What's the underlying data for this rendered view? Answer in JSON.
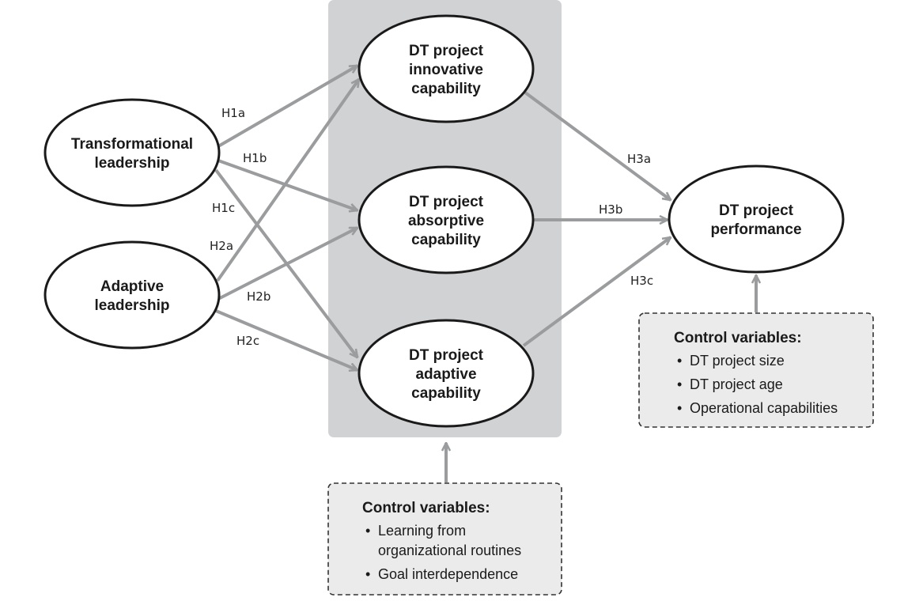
{
  "colors": {
    "panel": "#d1d2d4",
    "arrow": "#9b9c9e",
    "node_stroke": "#1a1a1a",
    "node_fill": "#ffffff",
    "control_fill": "#ebebec",
    "text": "#1a1a1a"
  },
  "nodes": {
    "transformational": [
      "Transformational",
      "leadership"
    ],
    "adaptive_leadership": [
      "Adaptive",
      "leadership"
    ],
    "innovative": [
      "DT project",
      "innovative",
      "capability"
    ],
    "absorptive": [
      "DT project",
      "absorptive",
      "capability"
    ],
    "adaptive_capability": [
      "DT project",
      "adaptive",
      "capability"
    ],
    "performance": [
      "DT project",
      "performance"
    ]
  },
  "edges": [
    {
      "from": "transformational",
      "to": "innovative",
      "label": "H1a"
    },
    {
      "from": "transformational",
      "to": "absorptive",
      "label": "H1b"
    },
    {
      "from": "transformational",
      "to": "adaptive_capability",
      "label": "H1c"
    },
    {
      "from": "adaptive_leadership",
      "to": "innovative",
      "label": "H2a"
    },
    {
      "from": "adaptive_leadership",
      "to": "absorptive",
      "label": "H2b"
    },
    {
      "from": "adaptive_leadership",
      "to": "adaptive_capability",
      "label": "H2c"
    },
    {
      "from": "innovative",
      "to": "performance",
      "label": "H3a"
    },
    {
      "from": "absorptive",
      "to": "performance",
      "label": "H3b"
    },
    {
      "from": "adaptive_capability",
      "to": "performance",
      "label": "H3c"
    }
  ],
  "controls": {
    "capabilities": {
      "title": "Control variables:",
      "items": [
        [
          "Learning from",
          "organizational routines"
        ],
        [
          "Goal interdependence"
        ]
      ]
    },
    "performance": {
      "title": "Control variables:",
      "items": [
        [
          "DT project size"
        ],
        [
          "DT project age"
        ],
        [
          "Operational capabilities"
        ]
      ]
    }
  }
}
